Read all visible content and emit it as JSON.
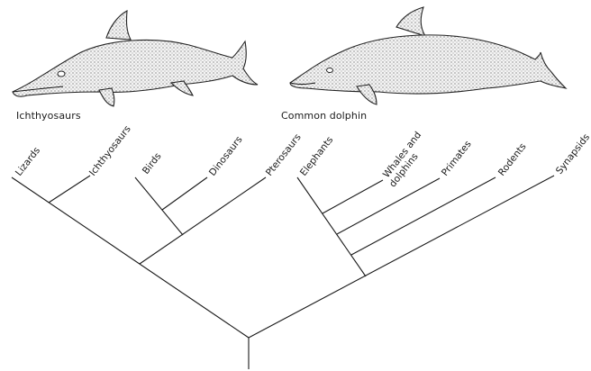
{
  "captions": {
    "left_animal": "Ichthyosaurs",
    "right_animal": "Common dolphin"
  },
  "tree": {
    "taxa": [
      "Lizards",
      "Ichthyosaurs",
      "Birds",
      "Dinosaurs",
      "Pterosaurs",
      "Elephants",
      "Whales and dolphins",
      "Primates",
      "Rodents",
      "Synapsids"
    ],
    "whales_label_lines": [
      "Whales and",
      "dolphins"
    ]
  },
  "colors": {
    "line": "#1a1a1a",
    "stipple": "#555555"
  }
}
